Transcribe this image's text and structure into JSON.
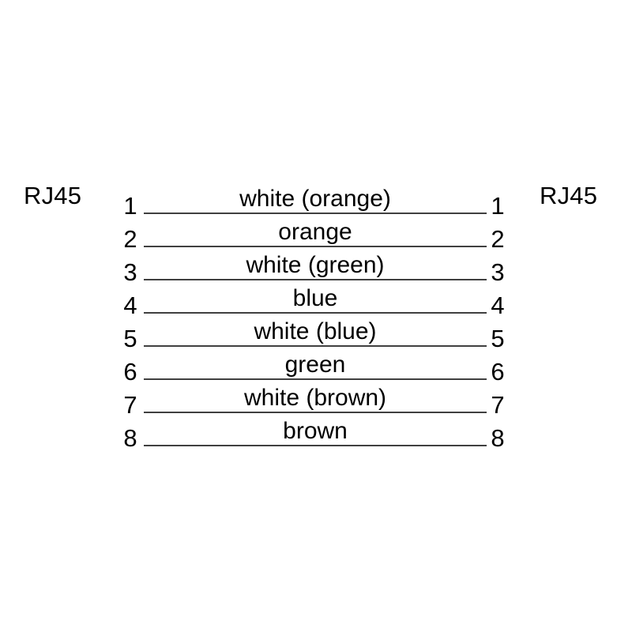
{
  "diagram": {
    "type": "rj45-straight-through-pinout",
    "background_color": "#ffffff",
    "line_color": "#404040",
    "text_color": "#000000",
    "left_connector": {
      "label": "RJ45"
    },
    "right_connector": {
      "label": "RJ45"
    },
    "pins": [
      {
        "left_number": "1",
        "right_number": "1",
        "wire": "white (orange)"
      },
      {
        "left_number": "2",
        "right_number": "2",
        "wire": "orange"
      },
      {
        "left_number": "3",
        "right_number": "3",
        "wire": "white (green)"
      },
      {
        "left_number": "4",
        "right_number": "4",
        "wire": "blue"
      },
      {
        "left_number": "5",
        "right_number": "5",
        "wire": "white (blue)"
      },
      {
        "left_number": "6",
        "right_number": "6",
        "wire": "green"
      },
      {
        "left_number": "7",
        "right_number": "7",
        "wire": "white (brown)"
      },
      {
        "left_number": "8",
        "right_number": "8",
        "wire": "brown"
      }
    ]
  }
}
